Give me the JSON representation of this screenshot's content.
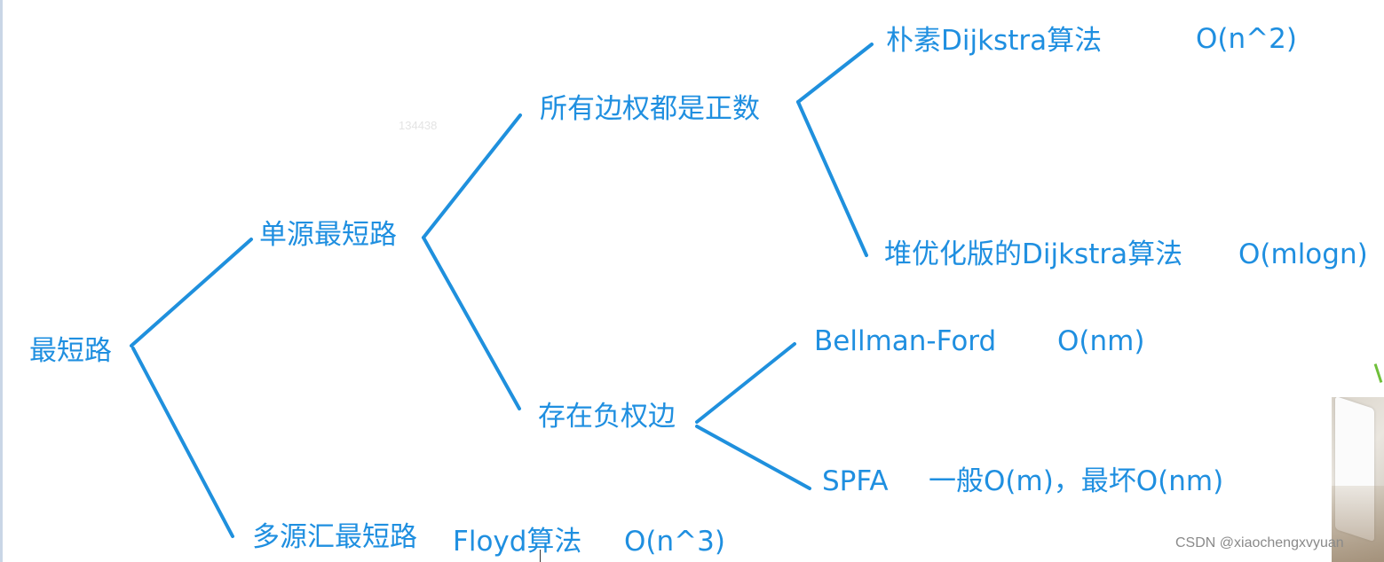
{
  "nodes": {
    "root": "最短路",
    "single_source": "单源最短路",
    "multi_source": "多源汇最短路",
    "all_positive": "所有边权都是正数",
    "negative_edges": "存在负权边",
    "naive_dijkstra": "朴素Dijkstra算法",
    "heap_dijkstra": "堆优化版的Dijkstra算法",
    "bellman_ford": "Bellman-Ford",
    "spfa": "SPFA",
    "floyd": "Floyd算法"
  },
  "complexities": {
    "naive_dijkstra": "O(n^2)",
    "heap_dijkstra": "O(mlogn)",
    "bellman_ford": "O(nm)",
    "spfa": "一般O(m)，最坏O(nm)",
    "floyd": "O(n^3)"
  },
  "faint_id": "134438",
  "watermark": "CSDN @xiaochengxvyuan",
  "colors": {
    "accent": "#1f8fe0",
    "line": "#1f90dd",
    "background": "#ffffff"
  }
}
